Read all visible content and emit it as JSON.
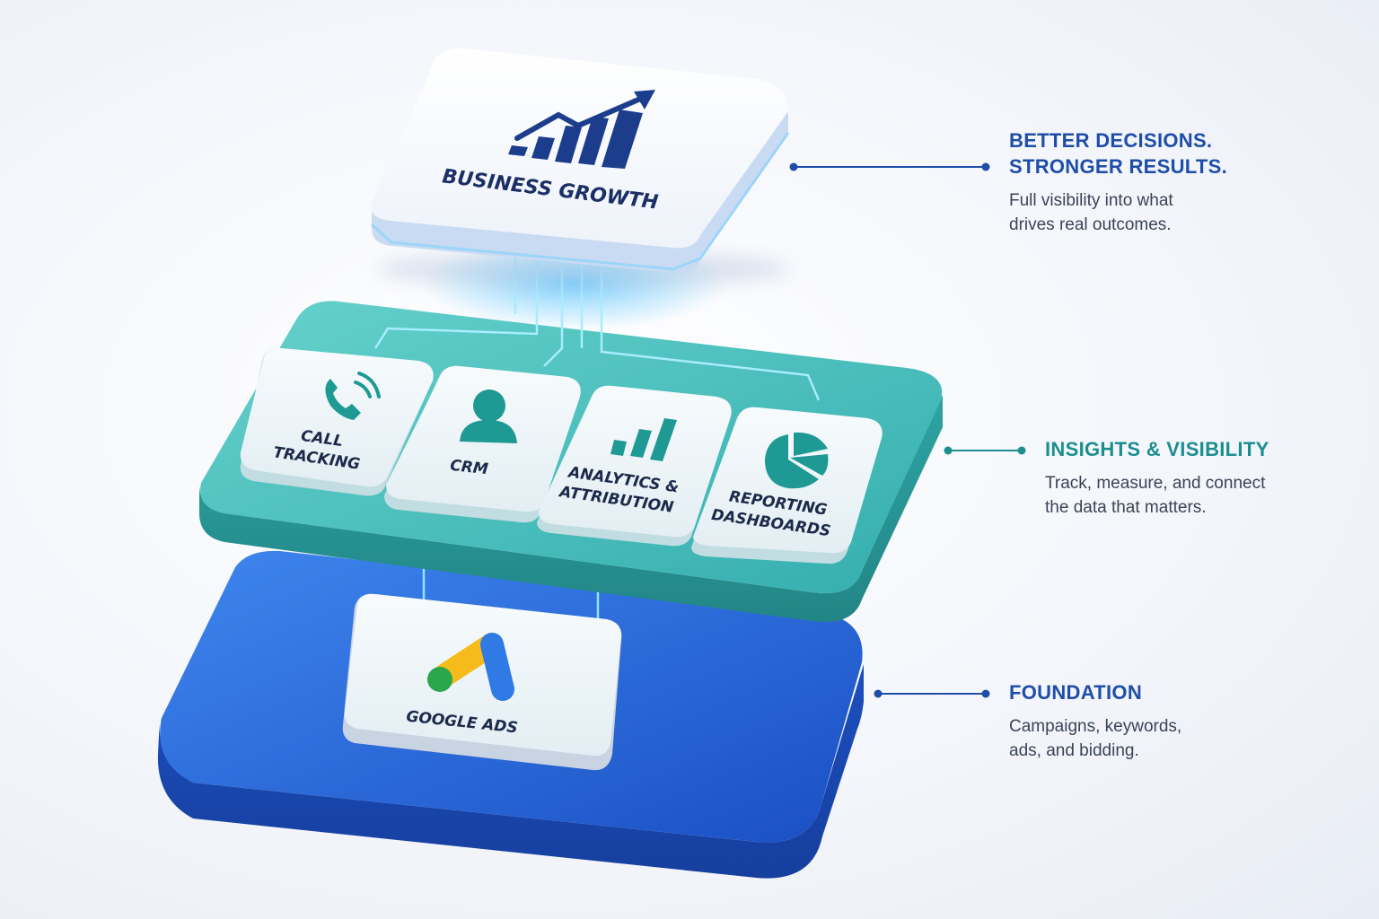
{
  "layers": {
    "top": {
      "label": "BUSINESS GROWTH",
      "icon": "growth-chart-icon"
    },
    "middle": {
      "cards": [
        {
          "label_line1": "CALL",
          "label_line2": "TRACKING",
          "icon": "phone-icon"
        },
        {
          "label_line1": "CRM",
          "label_line2": "",
          "icon": "user-icon"
        },
        {
          "label_line1": "ANALYTICS &",
          "label_line2": "ATTRIBUTION",
          "icon": "bar-chart-icon"
        },
        {
          "label_line1": "REPORTING",
          "label_line2": "DASHBOARDS",
          "icon": "pie-chart-icon"
        }
      ]
    },
    "bottom": {
      "label": "GOOGLE ADS",
      "icon": "google-ads-logo-icon"
    }
  },
  "annotations": {
    "top": {
      "title_line1": "BETTER DECISIONS.",
      "title_line2": "STRONGER RESULTS.",
      "desc_line1": "Full visibility into what",
      "desc_line2": "drives real outcomes."
    },
    "middle": {
      "title_line1": "INSIGHTS & VISIBILITY",
      "desc_line1": "Track, measure, and connect",
      "desc_line2": "the data that matters."
    },
    "bottom": {
      "title_line1": "FOUNDATION",
      "desc_line1": "Campaigns, keywords,",
      "desc_line2": "ads, and bidding."
    }
  },
  "colors": {
    "foundation_blue": "#1f5fd6",
    "insights_teal": "#3fbcb8",
    "title_blue": "#1e4ea8",
    "title_teal": "#1b8e8f",
    "glow": "#5ec8ff"
  }
}
